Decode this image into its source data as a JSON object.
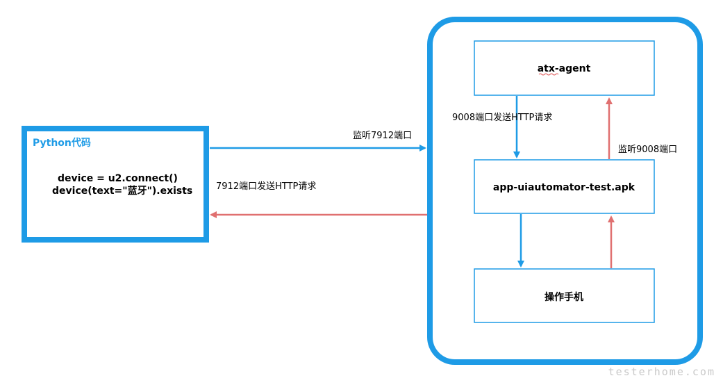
{
  "colors": {
    "blue": "#1e9be6",
    "red": "#e07070",
    "text": "#000000",
    "watermark": "#c9c9c9"
  },
  "python_box": {
    "title": "Python代码",
    "code_line1": "device = u2.connect()",
    "code_line2": "device(text=\"蓝牙\").exists"
  },
  "device_boxes": {
    "agent": "atx-agent",
    "apk": "app-uiautomator-test.apk",
    "phone": "操作手机"
  },
  "edges": {
    "listen_7912": "监听7912端口",
    "request_7912": "7912端口发送HTTP请求",
    "request_9008": "9008端口发送HTTP请求",
    "listen_9008": "监听9008端口"
  },
  "watermark": "testerhome.com"
}
